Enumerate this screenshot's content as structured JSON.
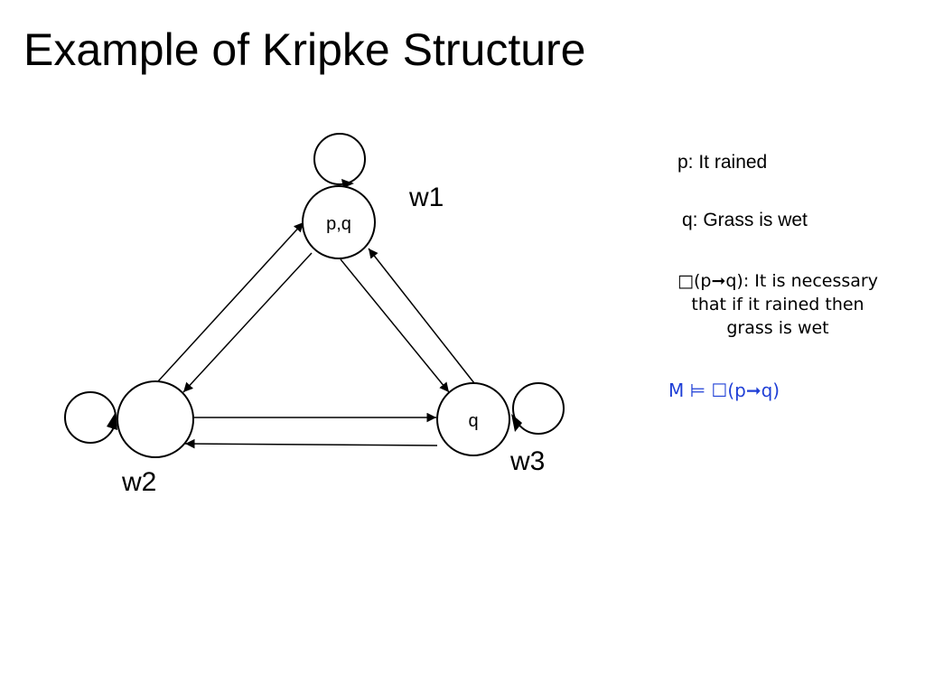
{
  "title": "Example of Kripke Structure",
  "worlds": [
    {
      "id": "w1",
      "name": "w1",
      "label": "p,q"
    },
    {
      "id": "w2",
      "name": "w2",
      "label": ""
    },
    {
      "id": "w3",
      "name": "w3",
      "label": "q"
    }
  ],
  "accessibility": [
    {
      "from": "w1",
      "to": "w1"
    },
    {
      "from": "w2",
      "to": "w2"
    },
    {
      "from": "w3",
      "to": "w3"
    },
    {
      "from": "w2",
      "to": "w1"
    },
    {
      "from": "w1",
      "to": "w2"
    },
    {
      "from": "w1",
      "to": "w3"
    },
    {
      "from": "w3",
      "to": "w1"
    },
    {
      "from": "w2",
      "to": "w3"
    },
    {
      "from": "w3",
      "to": "w2"
    }
  ],
  "legend": {
    "p": "p: It rained",
    "q": "q: Grass is wet",
    "box_line1": "□(p➞q): It is necessary",
    "box_line2": "that if it rained then",
    "box_line3": "grass is wet",
    "model": "M ⊨ ☐(p➞q)"
  },
  "colors": {
    "model_text": "#1f3fd6",
    "stroke": "#000000"
  }
}
